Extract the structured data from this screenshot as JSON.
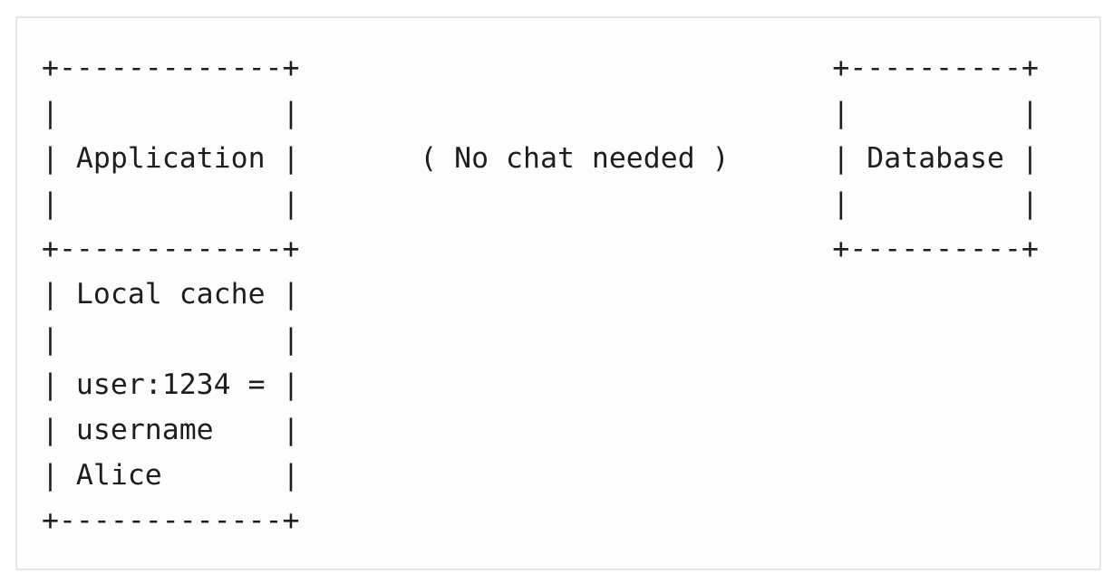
{
  "diagram": {
    "lines": [
      "+-------------+                               +----------+",
      "|             |                               |          |",
      "| Application |       ( No chat needed )      | Database |",
      "|             |                               |          |",
      "+-------------+                               +----------+",
      "| Local cache |",
      "|             |",
      "| user:1234 = |",
      "| username    |",
      "| Alice       |",
      "+-------------+"
    ],
    "nodes": {
      "application": "Application",
      "database": "Database",
      "local_cache": "Local cache",
      "cache_entry_key": "user:1234 =",
      "cache_entry_field": "username",
      "cache_entry_value": "Alice"
    },
    "center_note": "( No chat needed )"
  }
}
